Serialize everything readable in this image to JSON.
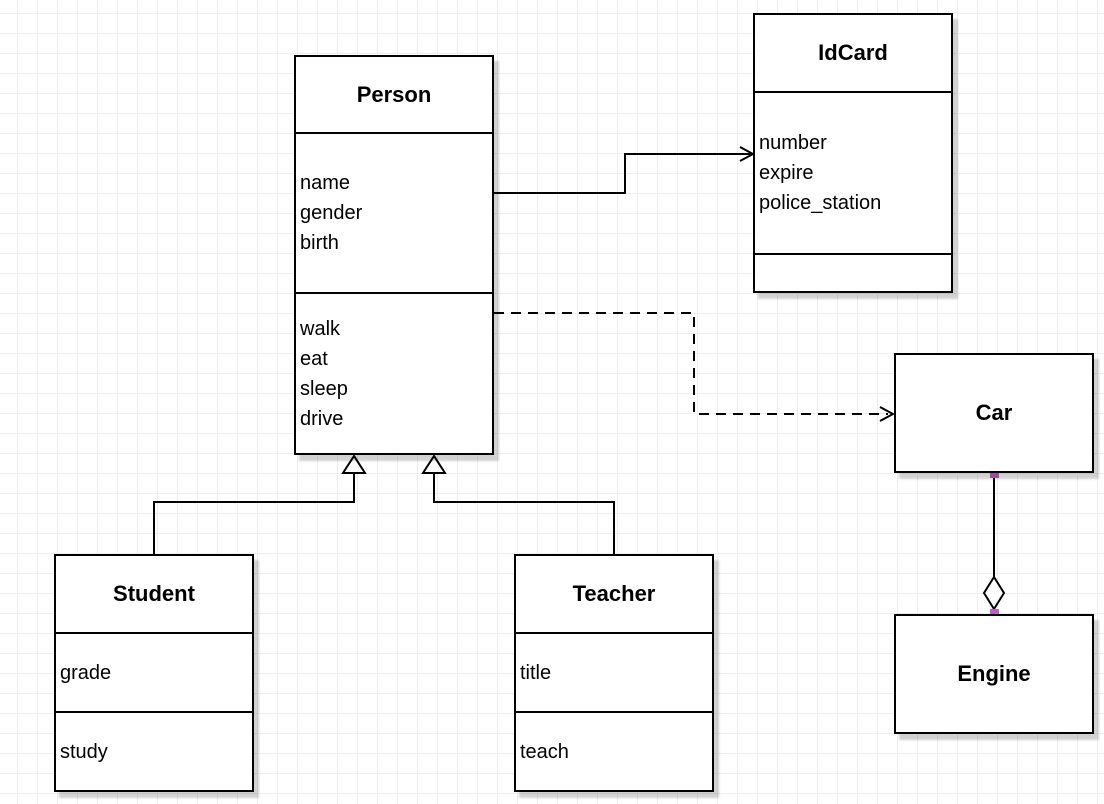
{
  "diagram": {
    "kind": "UML class diagram",
    "background_color": "#ffffff",
    "grid_color": "#eeeef1",
    "shape_fill": "#ffffff",
    "shape_stroke": "#000000",
    "shadow_color": "rgba(0,0,0,0.18)",
    "connection_point_color": "#b661be"
  },
  "classes": {
    "person": {
      "title": "Person",
      "attributes": [
        "name",
        "gender",
        "birth"
      ],
      "methods": [
        "walk",
        "eat",
        "sleep",
        "drive"
      ]
    },
    "idcard": {
      "title": "IdCard",
      "attributes": [
        "number",
        "expire",
        "police_station"
      ],
      "methods": []
    },
    "student": {
      "title": "Student",
      "attributes": [
        "grade"
      ],
      "methods": [
        "study"
      ]
    },
    "teacher": {
      "title": "Teacher",
      "attributes": [
        "title"
      ],
      "methods": [
        "teach"
      ]
    },
    "car": {
      "title": "Car"
    },
    "engine": {
      "title": "Engine"
    }
  },
  "relationships": [
    {
      "from": "Person",
      "to": "IdCard",
      "type": "association",
      "line": "solid",
      "end_marker": "open-arrow"
    },
    {
      "from": "Person",
      "to": "Car",
      "type": "dependency",
      "line": "dashed",
      "end_marker": "open-arrow"
    },
    {
      "from": "Student",
      "to": "Person",
      "type": "generalization",
      "line": "solid",
      "end_marker": "hollow-triangle"
    },
    {
      "from": "Teacher",
      "to": "Person",
      "type": "generalization",
      "line": "solid",
      "end_marker": "hollow-triangle"
    },
    {
      "from": "Car",
      "to": "Engine",
      "type": "aggregation",
      "line": "solid",
      "end_marker": "hollow-diamond"
    }
  ]
}
